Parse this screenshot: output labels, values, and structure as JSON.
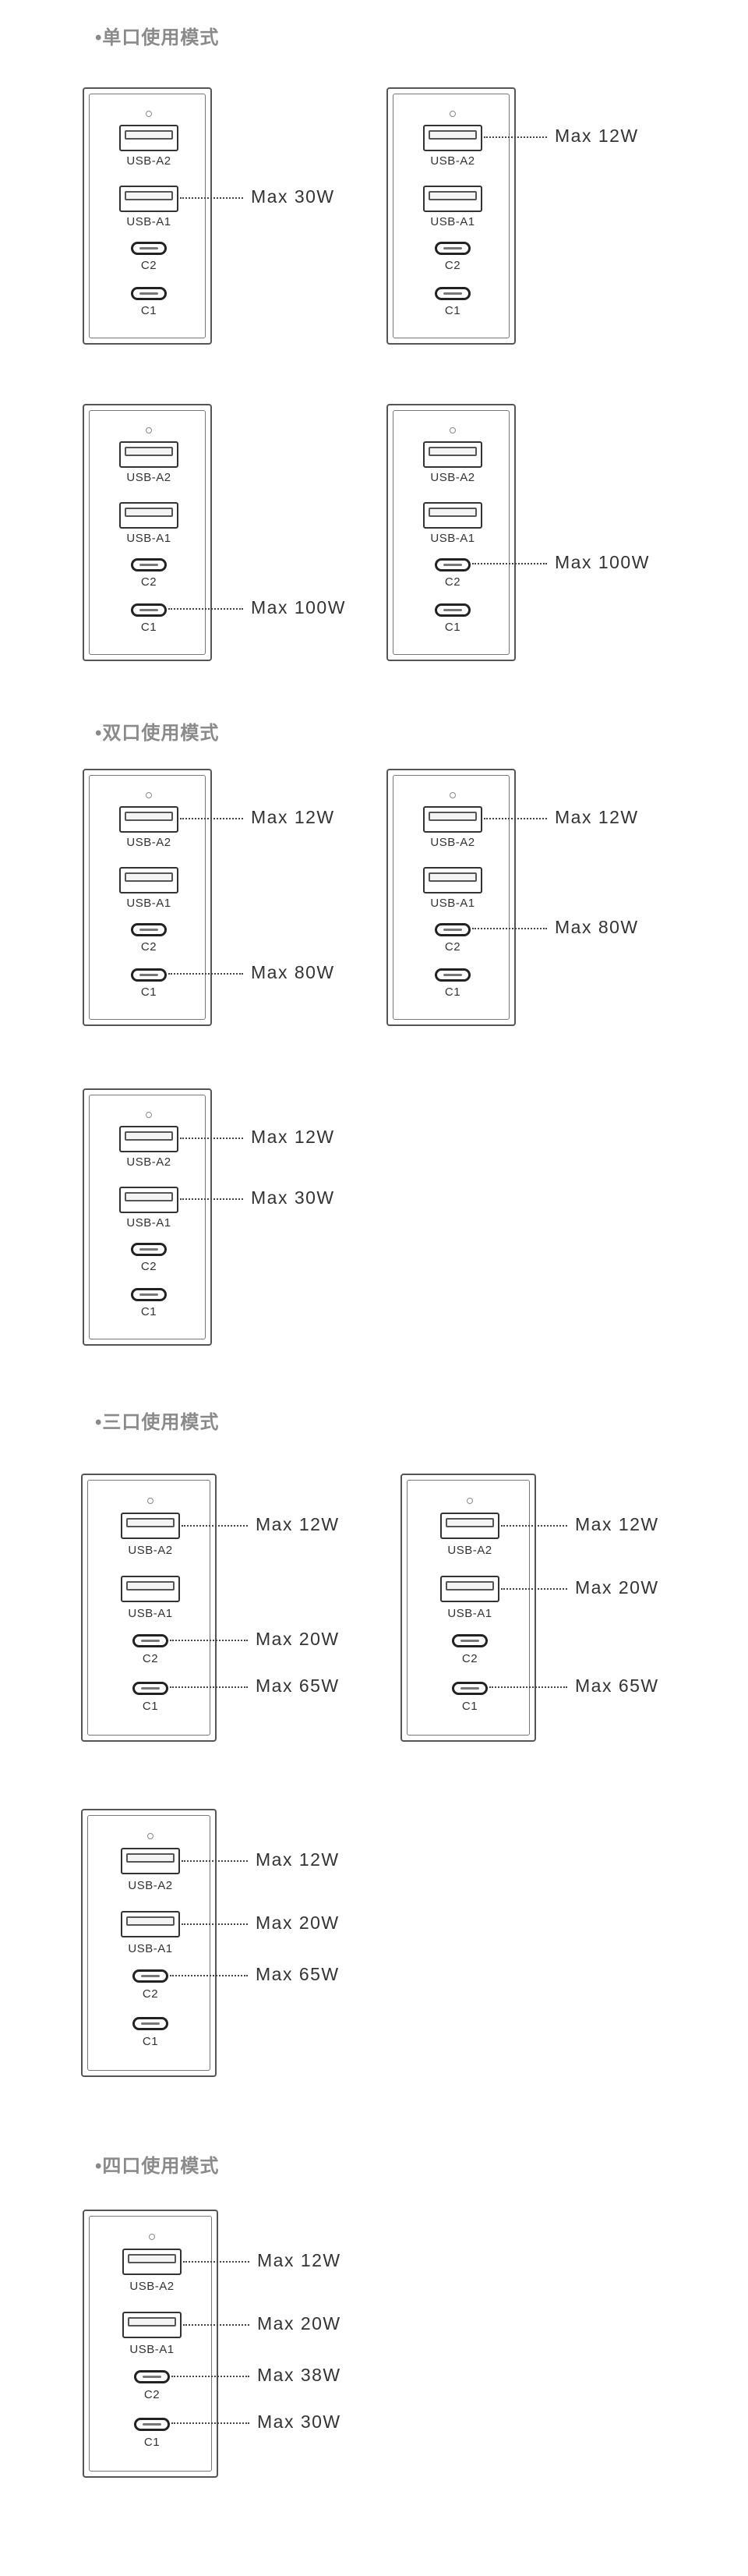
{
  "sections": {
    "single": "•单口使用模式",
    "dual": "•双口使用模式",
    "triple": "•三口使用模式",
    "quad": "•四口使用模式"
  },
  "ports": {
    "a2": "USB-A2",
    "a1": "USB-A1",
    "c2": "C2",
    "c1": "C1"
  },
  "panels": [
    {
      "section": "single",
      "outputs": {
        "a1": "Max 30W"
      }
    },
    {
      "section": "single",
      "outputs": {
        "a2": "Max 12W"
      }
    },
    {
      "section": "single",
      "outputs": {
        "c1": "Max 100W"
      }
    },
    {
      "section": "single",
      "outputs": {
        "c2": "Max 100W"
      }
    },
    {
      "section": "dual",
      "outputs": {
        "a2": "Max 12W",
        "c1": "Max 80W"
      }
    },
    {
      "section": "dual",
      "outputs": {
        "a2": "Max 12W",
        "c2": "Max 80W"
      }
    },
    {
      "section": "dual",
      "outputs": {
        "a2": "Max 12W",
        "a1": "Max 30W"
      }
    },
    {
      "section": "triple",
      "outputs": {
        "a2": "Max 12W",
        "c2": "Max 20W",
        "c1": "Max 65W"
      }
    },
    {
      "section": "triple",
      "outputs": {
        "a2": "Max 12W",
        "a1": "Max 20W",
        "c1": "Max 65W"
      }
    },
    {
      "section": "triple",
      "outputs": {
        "a2": "Max 12W",
        "a1": "Max 20W",
        "c2": "Max 65W"
      }
    },
    {
      "section": "quad",
      "outputs": {
        "a2": "Max 12W",
        "a1": "Max 20W",
        "c2": "Max 38W",
        "c1": "Max 30W"
      }
    }
  ]
}
